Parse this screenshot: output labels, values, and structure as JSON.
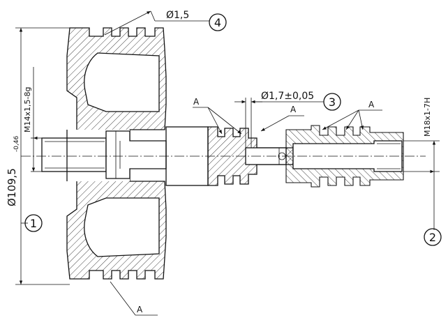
{
  "callouts": [
    {
      "number": "1"
    },
    {
      "number": "2"
    },
    {
      "number": "3"
    },
    {
      "number": "4"
    }
  ],
  "dimensions": {
    "outer_diameter": "Ø109,5",
    "outer_tolerance": "-0,46",
    "left_thread": "M14x1,5-8g",
    "right_thread": "M18x1-7H",
    "hole_diameter": "Ø1,7±0,05",
    "groove_diameter": "Ø1,5"
  },
  "labels": {
    "a_top_left": "A",
    "a_top_mid": "A",
    "a_top_right": "A",
    "a_bottom": "A"
  },
  "colors": {
    "line": "#111111",
    "background": "#ffffff"
  }
}
